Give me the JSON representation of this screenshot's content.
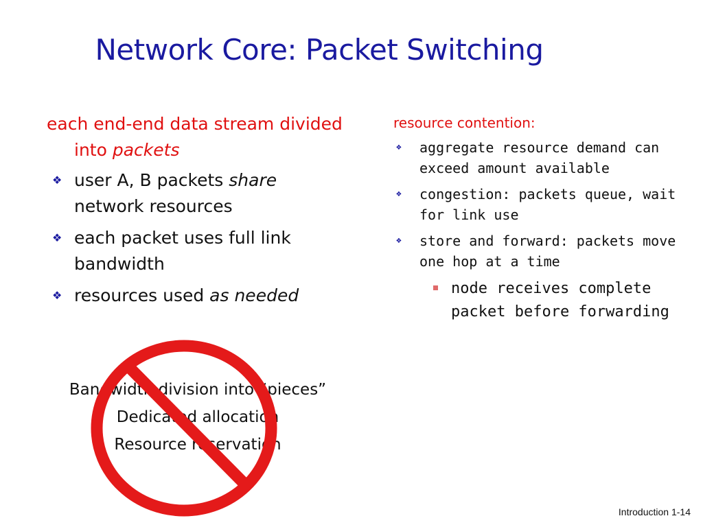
{
  "slide": {
    "title": "Network Core: Packet Switching",
    "left": {
      "lead_prefix": "each end-end data stream divided into ",
      "lead_emph": "packets",
      "bullets": [
        {
          "prefix": "user A, B packets ",
          "emph": "share",
          "suffix": " network resources"
        },
        {
          "prefix": "each packet uses full link bandwidth",
          "emph": "",
          "suffix": ""
        },
        {
          "prefix": "resources used ",
          "emph": "as needed",
          "suffix": ""
        }
      ]
    },
    "bottom_lines": [
      "Bandwidth division into “pieces”",
      "Dedicated allocation",
      "Resource reservation"
    ],
    "right": {
      "lead": "resource contention:",
      "bullets": [
        "aggregate resource demand can exceed amount available",
        "congestion: packets queue, wait for link use",
        "store and forward: packets move one hop at a time"
      ],
      "sub_bullet": "node receives complete packet before forwarding"
    },
    "footer": "Introduction 1-14",
    "colors": {
      "title": "#1a1aa0",
      "lead": "#e01010",
      "bullet_mark": "#1a1aa0",
      "no_sign": "#e41a1a",
      "sub_bullet_mark": "#e06a6a"
    },
    "icons": {
      "bullet": "diamond-bullet-icon",
      "sub_bullet": "square-bullet-icon",
      "prohibition": "prohibition-icon"
    }
  }
}
